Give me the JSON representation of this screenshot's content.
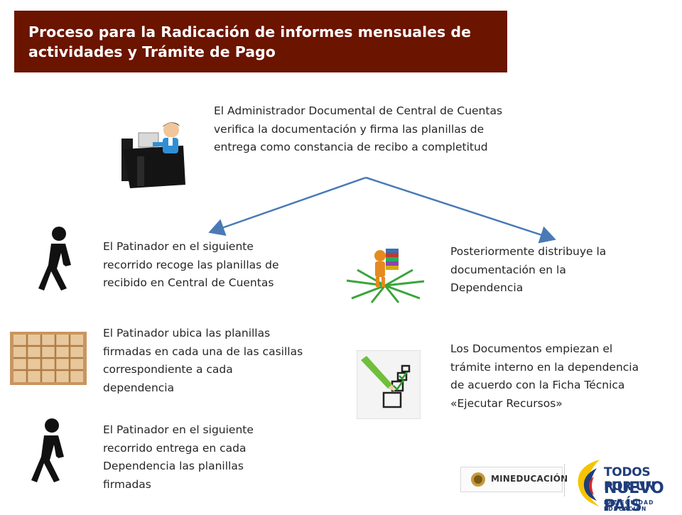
{
  "title": "Proceso para la Radicación de informes mensuales de actividades y Trámite de Pago",
  "steps": {
    "admin": "El Administrador Documental de Central de Cuentas verifica la documentación y firma las planillas de entrega como constancia de recibo a completitud",
    "patinador_recoge": "El Patinador en el siguiente recorrido recoge las planillas de recibido en Central de Cuentas",
    "patinador_ubica": "El Patinador ubica las planillas firmadas en cada una de las casillas correspondiente  a cada dependencia",
    "patinador_entrega": "El Patinador en el siguiente recorrido entrega en cada Dependencia  las planillas firmadas",
    "distribuye": "Posteriormente distribuye la documentación en la Dependencia",
    "tramite": "Los Documentos empiezan el trámite interno en la dependencia de acuerdo con la Ficha Técnica «Ejecutar Recursos»"
  },
  "logos": {
    "mineducacion": "MINEDUCACIÓN",
    "tpun_line1": "TODOS POR UN",
    "tpun_line2": "NUEVO PAÍS",
    "tpun_line3": "PAZ  EQUIDAD  EDUCACIÓN"
  },
  "icons": {
    "admin": "person-at-desk-icon",
    "walk": "walking-person-icon",
    "shelf": "mail-slots-shelf-icon",
    "distribute": "person-carrying-books-icon",
    "checklist": "checklist-icon",
    "arrows": "split-arrows"
  },
  "colors": {
    "title_bg": "#6b1400",
    "arrow": "#4a7ab5",
    "text": "#262626"
  }
}
